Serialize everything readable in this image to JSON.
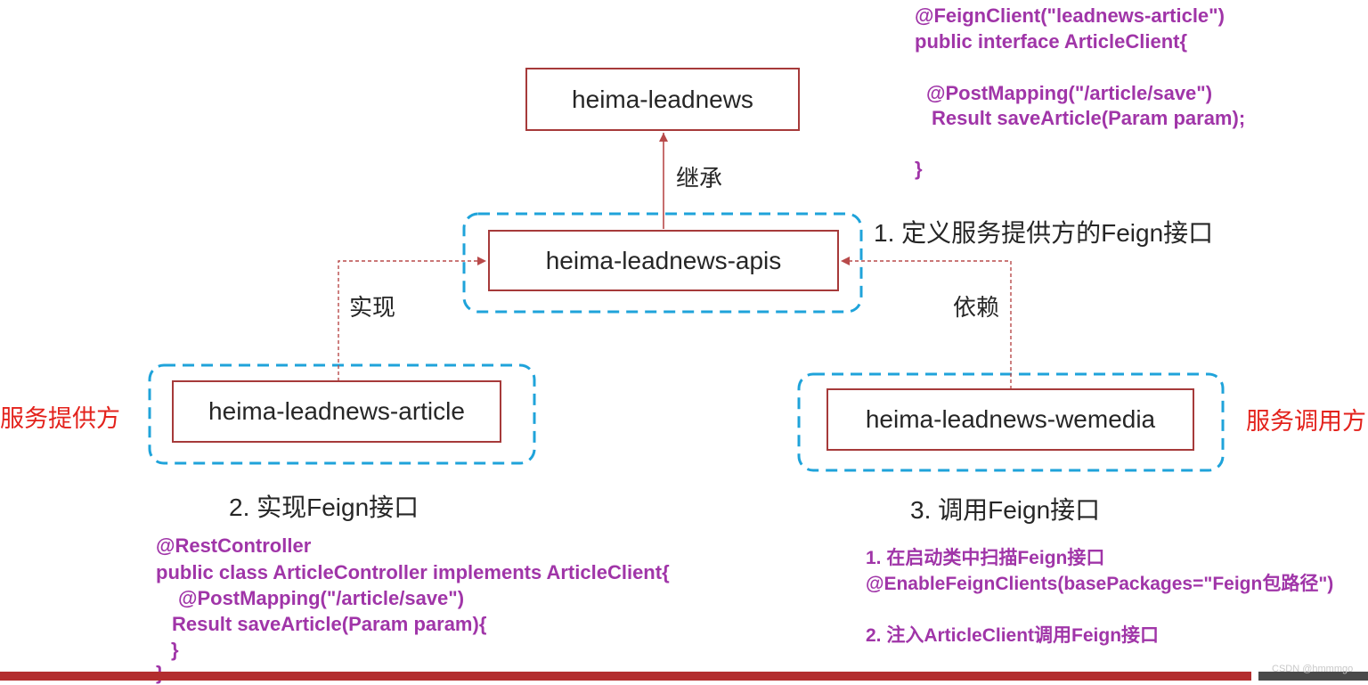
{
  "colors": {
    "text": "#262626",
    "box_border": "#a63a3a",
    "connector": "#b84a4a",
    "group_border": "#1fa3da",
    "code": "#a035a8",
    "role": "#e3221c",
    "footer_bar": "#b32d2e",
    "footer_tail": "#4a4a4a",
    "watermark": "#c8c8c8"
  },
  "nodes": {
    "parent": "heima-leadnews",
    "apis": "heima-leadnews-apis",
    "article": "heima-leadnews-article",
    "wemedia": "heima-leadnews-wemedia"
  },
  "edges": {
    "inherit": "继承",
    "implement": "实现",
    "depend": "依赖"
  },
  "steps": {
    "define": "1. 定义服务提供方的Feign接口",
    "implement": "2. 实现Feign接口",
    "invoke": "3. 调用Feign接口"
  },
  "roles": {
    "provider": "服务提供方",
    "consumer": "服务调用方"
  },
  "client_code": [
    "@FeignClient(\"leadnews-article\")",
    "public interface ArticleClient{",
    "@PostMapping(\"/article/save\")",
    "Result saveArticle(Param param);",
    "}"
  ],
  "controller_code": [
    "@RestController",
    "public class ArticleController implements ArticleClient{",
    "@PostMapping(\"/article/save\")",
    "Result saveArticle(Param param){",
    "}",
    "}"
  ],
  "consumer_notes": [
    "1. 在启动类中扫描Feign接口",
    "@EnableFeignClients(basePackages=\"Feign包路径\")",
    "2. 注入ArticleClient调用Feign接口"
  ],
  "watermark": "CSDN @hmmmgo"
}
